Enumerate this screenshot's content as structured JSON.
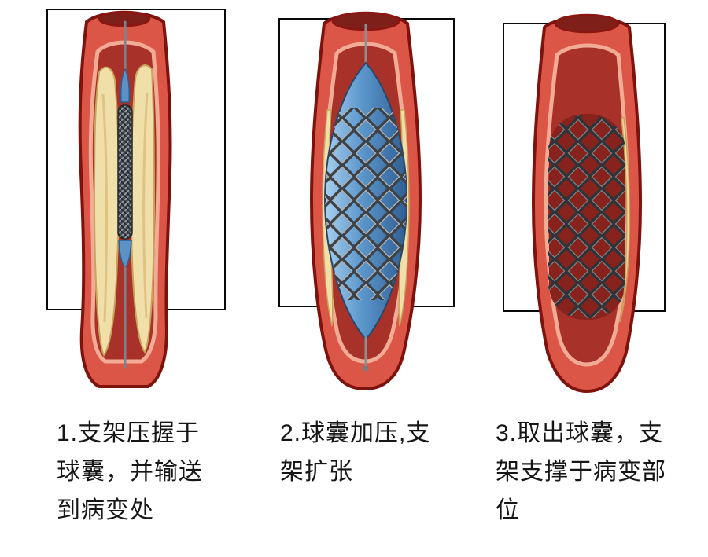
{
  "figure": {
    "description_visible_text_only": "",
    "panels": [
      {
        "caption_lines": [
          "1.支架压握于",
          "球囊，并输送",
          "到病变处"
        ]
      },
      {
        "caption_lines": [
          "2.球囊加压,支",
          "架扩张"
        ]
      },
      {
        "caption_lines": [
          "3.取出球囊，支",
          "架支撑于病变部",
          "位"
        ]
      }
    ]
  },
  "panels": [
    {
      "caption_lines": [
        "1.支架压握于",
        "球囊，并输送",
        "到病变处"
      ]
    },
    {
      "caption_lines": [
        "2.球囊加压,支",
        "架扩张"
      ]
    },
    {
      "caption_lines": [
        "3.取出球囊，支",
        "架支撑于病变部",
        "位"
      ]
    }
  ],
  "colors": {
    "background": "#FFFFFF",
    "frame": "#0A0A0A",
    "artery_outer": "#DB5646",
    "artery_outline": "#7E120D",
    "artery_interior": "#A8322A",
    "artery_lumen_dark": "#7E1F1A",
    "cut_edge_pink": "#F2AC96",
    "plaque_yellow": "#F0DFA8",
    "balloon_blue": "#5B97CC",
    "stent_gray": "#3E4246",
    "guidewire_gray": "#7D838A",
    "caption_text": "#161616"
  }
}
